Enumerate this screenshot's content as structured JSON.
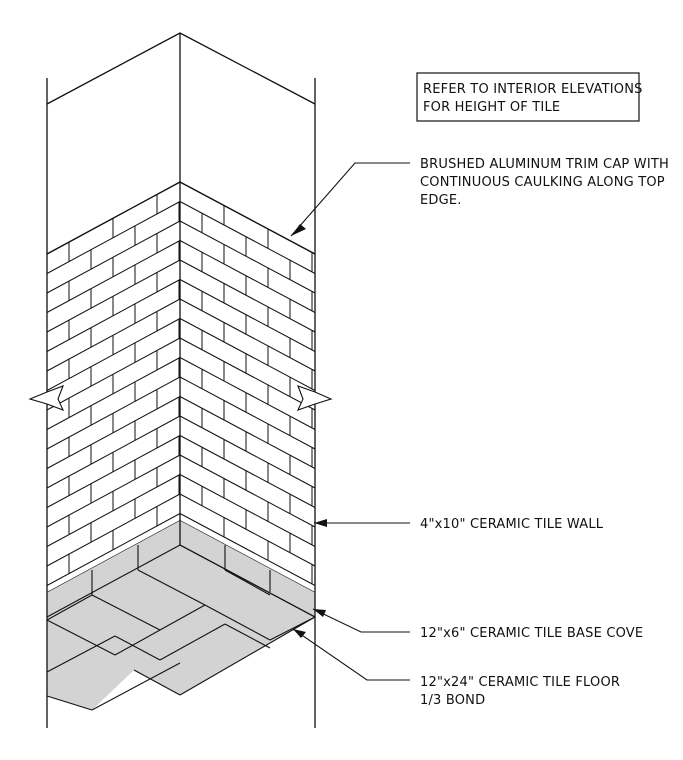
{
  "note_box": {
    "line1": "REFER TO INTERIOR ELEVATIONS",
    "line2": "FOR HEIGHT OF TILE"
  },
  "callouts": {
    "trim_cap": {
      "line1": "BRUSHED ALUMINUM TRIM CAP WITH",
      "line2": "CONTINUOUS CAULKING ALONG TOP",
      "line3": "EDGE."
    },
    "wall_tile": {
      "line1": "4\"x10\"  CERAMIC TILE WALL"
    },
    "base_cove": {
      "line1": "12\"x6\"  CERAMIC TILE BASE COVE"
    },
    "floor_tile": {
      "line1": "12\"x24\"  CERAMIC TILE FLOOR",
      "line2": "1/3 BOND"
    }
  },
  "colors": {
    "line": "#111111",
    "tile_fill": "#ffffff",
    "base_fill": "#d3d3d3",
    "background": "#ffffff"
  }
}
